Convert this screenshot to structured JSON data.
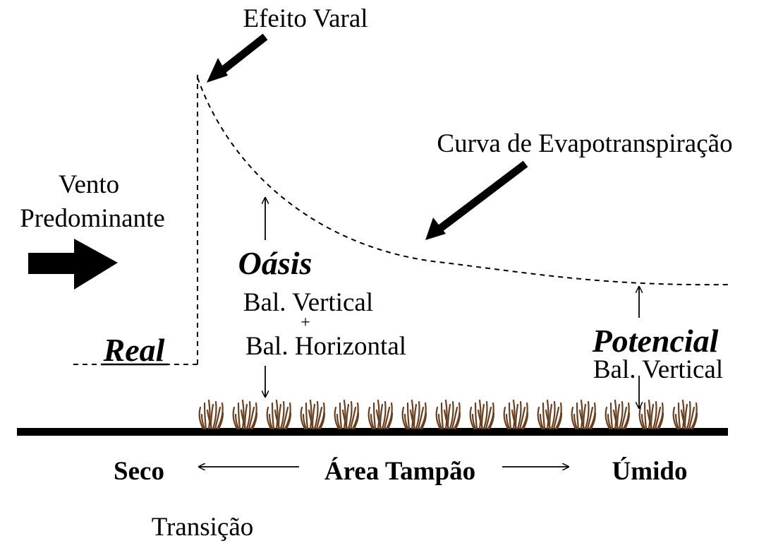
{
  "labels": {
    "varal_effect": "Efeito Varal",
    "et_curve": "Curva de Evapotranspiração",
    "wind_line1": "Vento",
    "wind_line2": "Predominante",
    "oasis": "Oásis",
    "bal_vertical": "Bal. Vertical",
    "plus": "+",
    "bal_horizontal": "Bal. Horizontal",
    "real": "Real",
    "potencial": "Potencial",
    "bal_vertical_potential": "Bal. Vertical",
    "seco": "Seco",
    "buffer_area": "Área Tampão",
    "umido": "Úmido",
    "transicao": "Transição"
  },
  "colors": {
    "ink": "#000000",
    "vegetation": "#6b3f1e"
  },
  "icons": {
    "wind": "right-arrow-icon",
    "vegetation": "grass-tuft-icon"
  }
}
